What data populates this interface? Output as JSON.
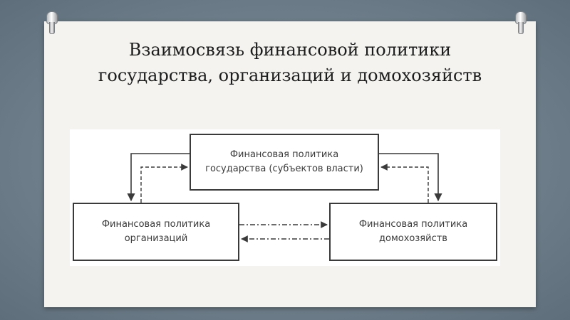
{
  "slide": {
    "title_line1": "Взаимосвязь финансовой политики",
    "title_line2": "государства, организаций и домохозяйств"
  },
  "diagram": {
    "nodes": {
      "government": {
        "line1": "Финансовая политика",
        "line2": "государства (субъектов власти)"
      },
      "organizations": {
        "line1": "Финансовая политика",
        "line2": "организаций"
      },
      "households": {
        "line1": "Финансовая политика",
        "line2": "домохозяйств"
      }
    },
    "edges": [
      {
        "from": "government",
        "to": "organizations",
        "style": "solid"
      },
      {
        "from": "organizations",
        "to": "government",
        "style": "dashed"
      },
      {
        "from": "government",
        "to": "households",
        "style": "solid"
      },
      {
        "from": "households",
        "to": "government",
        "style": "dashed"
      },
      {
        "from": "organizations",
        "to": "households",
        "style": "dash-dot"
      },
      {
        "from": "households",
        "to": "organizations",
        "style": "dash-dot"
      }
    ]
  },
  "colors": {
    "background": "#6d7d89",
    "card": "#f4f3ef",
    "title_text": "#1c1c1c",
    "diagram_stroke": "#3a3a3a"
  },
  "icons": [
    "push-pin-icon",
    "push-pin-icon"
  ]
}
